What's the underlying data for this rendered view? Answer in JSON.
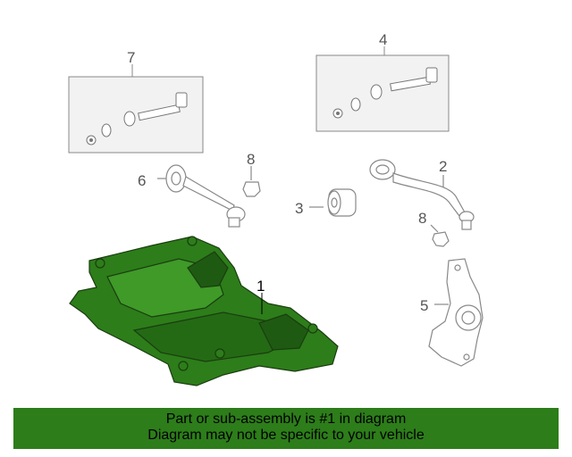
{
  "diagram": {
    "callouts": [
      {
        "id": "7",
        "label": "7"
      },
      {
        "id": "4",
        "label": "4"
      },
      {
        "id": "8a",
        "label": "8"
      },
      {
        "id": "6",
        "label": "6"
      },
      {
        "id": "2",
        "label": "2"
      },
      {
        "id": "3",
        "label": "3"
      },
      {
        "id": "8b",
        "label": "8"
      },
      {
        "id": "1",
        "label": "1"
      },
      {
        "id": "5",
        "label": "5"
      }
    ],
    "highlight_color": "#2d7d1a",
    "line_color": "#8a8a8a"
  },
  "banner": {
    "line1": "Part or sub-assembly is #1 in diagram",
    "line2": "Diagram may not be specific to your vehicle",
    "background": "#2d7d1a"
  }
}
